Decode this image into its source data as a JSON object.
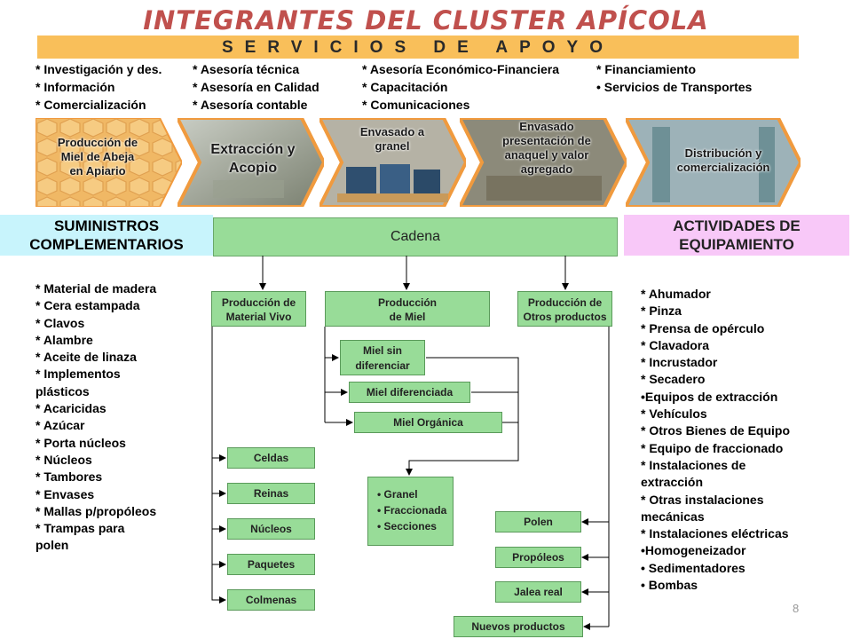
{
  "title": "INTEGRANTES DEL CLUSTER APÍCOLA",
  "services_bar": "SERVICIOS DE APOYO",
  "services": {
    "col1": [
      "* Investigación y des.",
      "* Información",
      "* Comercialización"
    ],
    "col2": [
      "* Asesoría técnica",
      "* Asesoría en Calidad",
      "* Asesoría contable"
    ],
    "col3": [
      "* Asesoría Económico-Financiera",
      "* Capacitación",
      "* Comunicaciones"
    ],
    "col4": [
      "* Financiamiento",
      "•   Servicios de Transportes"
    ]
  },
  "stages": [
    {
      "l1": "Producción de",
      "l2": "Miel de Abeja",
      "l3": "en Apiario"
    },
    {
      "l1": "Extracción y",
      "l2": "Acopio"
    },
    {
      "l1": "Envasado a",
      "l2": "granel"
    },
    {
      "l1": "Envasado",
      "l2": "presentación de",
      "l3": "anaquel y valor",
      "l4": "agregado"
    },
    {
      "l1": "Distribución y",
      "l2": "comercialización"
    }
  ],
  "suministros_title": {
    "l1": "SUMINISTROS",
    "l2": "COMPLEMENTARIOS"
  },
  "cadena_label": "Cadena",
  "actividades_title": {
    "l1": "ACTIVIDADES DE",
    "l2": "EQUIPAMIENTO"
  },
  "suministros": [
    "* Material de madera",
    "* Cera estampada",
    "* Clavos",
    "* Alambre",
    "* Aceite de linaza",
    "* Implementos",
    "plásticos",
    "* Acaricidas",
    "* Azúcar",
    "* Porta núcleos",
    "* Núcleos",
    "* Tambores",
    "* Envases",
    "* Mallas p/propóleos",
    "* Trampas para",
    "polen"
  ],
  "equipamiento": [
    "* Ahumador",
    "* Pinza",
    "* Prensa de opérculo",
    "* Clavadora",
    "* Incrustador",
    "* Secadero",
    "•Equipos de extracción",
    "* Vehículos",
    "* Otros Bienes de Equipo",
    "* Equipo de fraccionado",
    "* Instalaciones de",
    "extracción",
    "* Otras instalaciones",
    "mecánicas",
    "* Instalaciones eléctricas",
    "•Homogeneizador",
    "• Sedimentadores",
    "• Bombas"
  ],
  "headers": {
    "material_vivo": {
      "l1": "Producción de",
      "l2": "Material Vivo"
    },
    "miel": {
      "l1": "Producción",
      "l2": "de Miel"
    },
    "otros": {
      "l1": "Producción de",
      "l2": "Otros productos"
    }
  },
  "vivo_items": [
    "Celdas",
    "Reinas",
    "Núcleos",
    "Paquetes",
    "Colmenas"
  ],
  "miel_items": {
    "sin_dif": {
      "l1": "Miel sin",
      "l2": "diferenciar"
    },
    "diferenciada": "Miel diferenciada",
    "organica": "Miel Orgánica"
  },
  "presentaciones": [
    "Granel",
    "Fraccionada",
    "Secciones"
  ],
  "otros_items": [
    "Polen",
    "Propóleos",
    "Jalea real",
    "Nuevos productos"
  ],
  "page_number": "8",
  "colors": {
    "title": "#c0504d",
    "services_bar": "#f9bf5a",
    "chevron": "#f09a3e",
    "green_box": "#98dc98",
    "suministros_bg": "#c8f4fc",
    "actividades_bg": "#f8c8f8"
  }
}
